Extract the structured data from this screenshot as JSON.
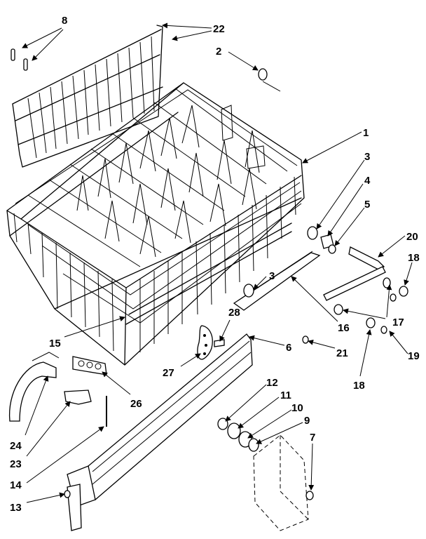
{
  "callouts": [
    "8",
    "22",
    "2",
    "1",
    "3",
    "4",
    "5",
    "20",
    "18",
    "3",
    "17",
    "28",
    "15",
    "16",
    "6",
    "21",
    "19",
    "27",
    "18",
    "12",
    "11",
    "10",
    "9",
    "7",
    "26",
    "24",
    "23",
    "14",
    "13"
  ]
}
